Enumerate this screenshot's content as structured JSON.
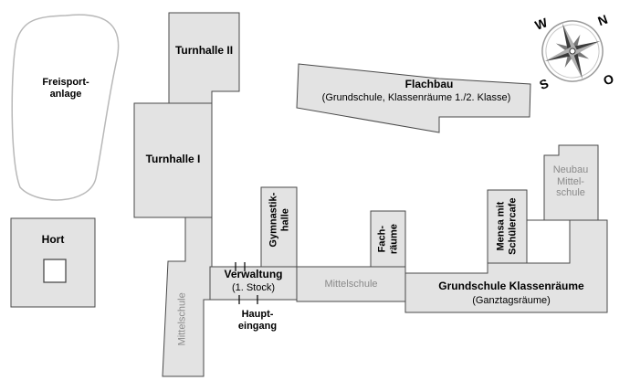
{
  "colors": {
    "building_fill": "#e3e3e3",
    "building_stroke": "#4a4a4a",
    "field_stroke": "#b8b8b8",
    "muted_text": "#8a8a8a",
    "compass_fill": "#3a3a3a"
  },
  "labels": {
    "freisport": [
      "Freisport-",
      "anlage"
    ],
    "turnhalle2": "Turnhalle II",
    "turnhalle1": "Turnhalle I",
    "hort": "Hort",
    "flachbau_title": "Flachbau",
    "flachbau_sub": "(Grundschule, Klassenräume 1./2. Klasse)",
    "gymnastik": [
      "Gymnastik-",
      "halle"
    ],
    "fach": [
      "Fach-",
      "räume"
    ],
    "mensa": [
      "Mensa mit",
      "Schülercafe"
    ],
    "neubau": [
      "Neubau",
      "Mittel-",
      "schule"
    ],
    "verwaltung": "Verwaltung",
    "verwaltung_sub": "(1. Stock)",
    "haupteingang": [
      "Haupt-",
      "eingang"
    ],
    "mittelschule_horiz": "Mittelschule",
    "mittelschule_vert": "Mittelschule",
    "grundschule_title": "Grundschule Klassenräume",
    "grundschule_sub": "(Ganztagsräume)"
  },
  "compass": {
    "north": "N",
    "south": "S",
    "west": "W",
    "east": "O",
    "icon": "compass-rose-icon"
  }
}
